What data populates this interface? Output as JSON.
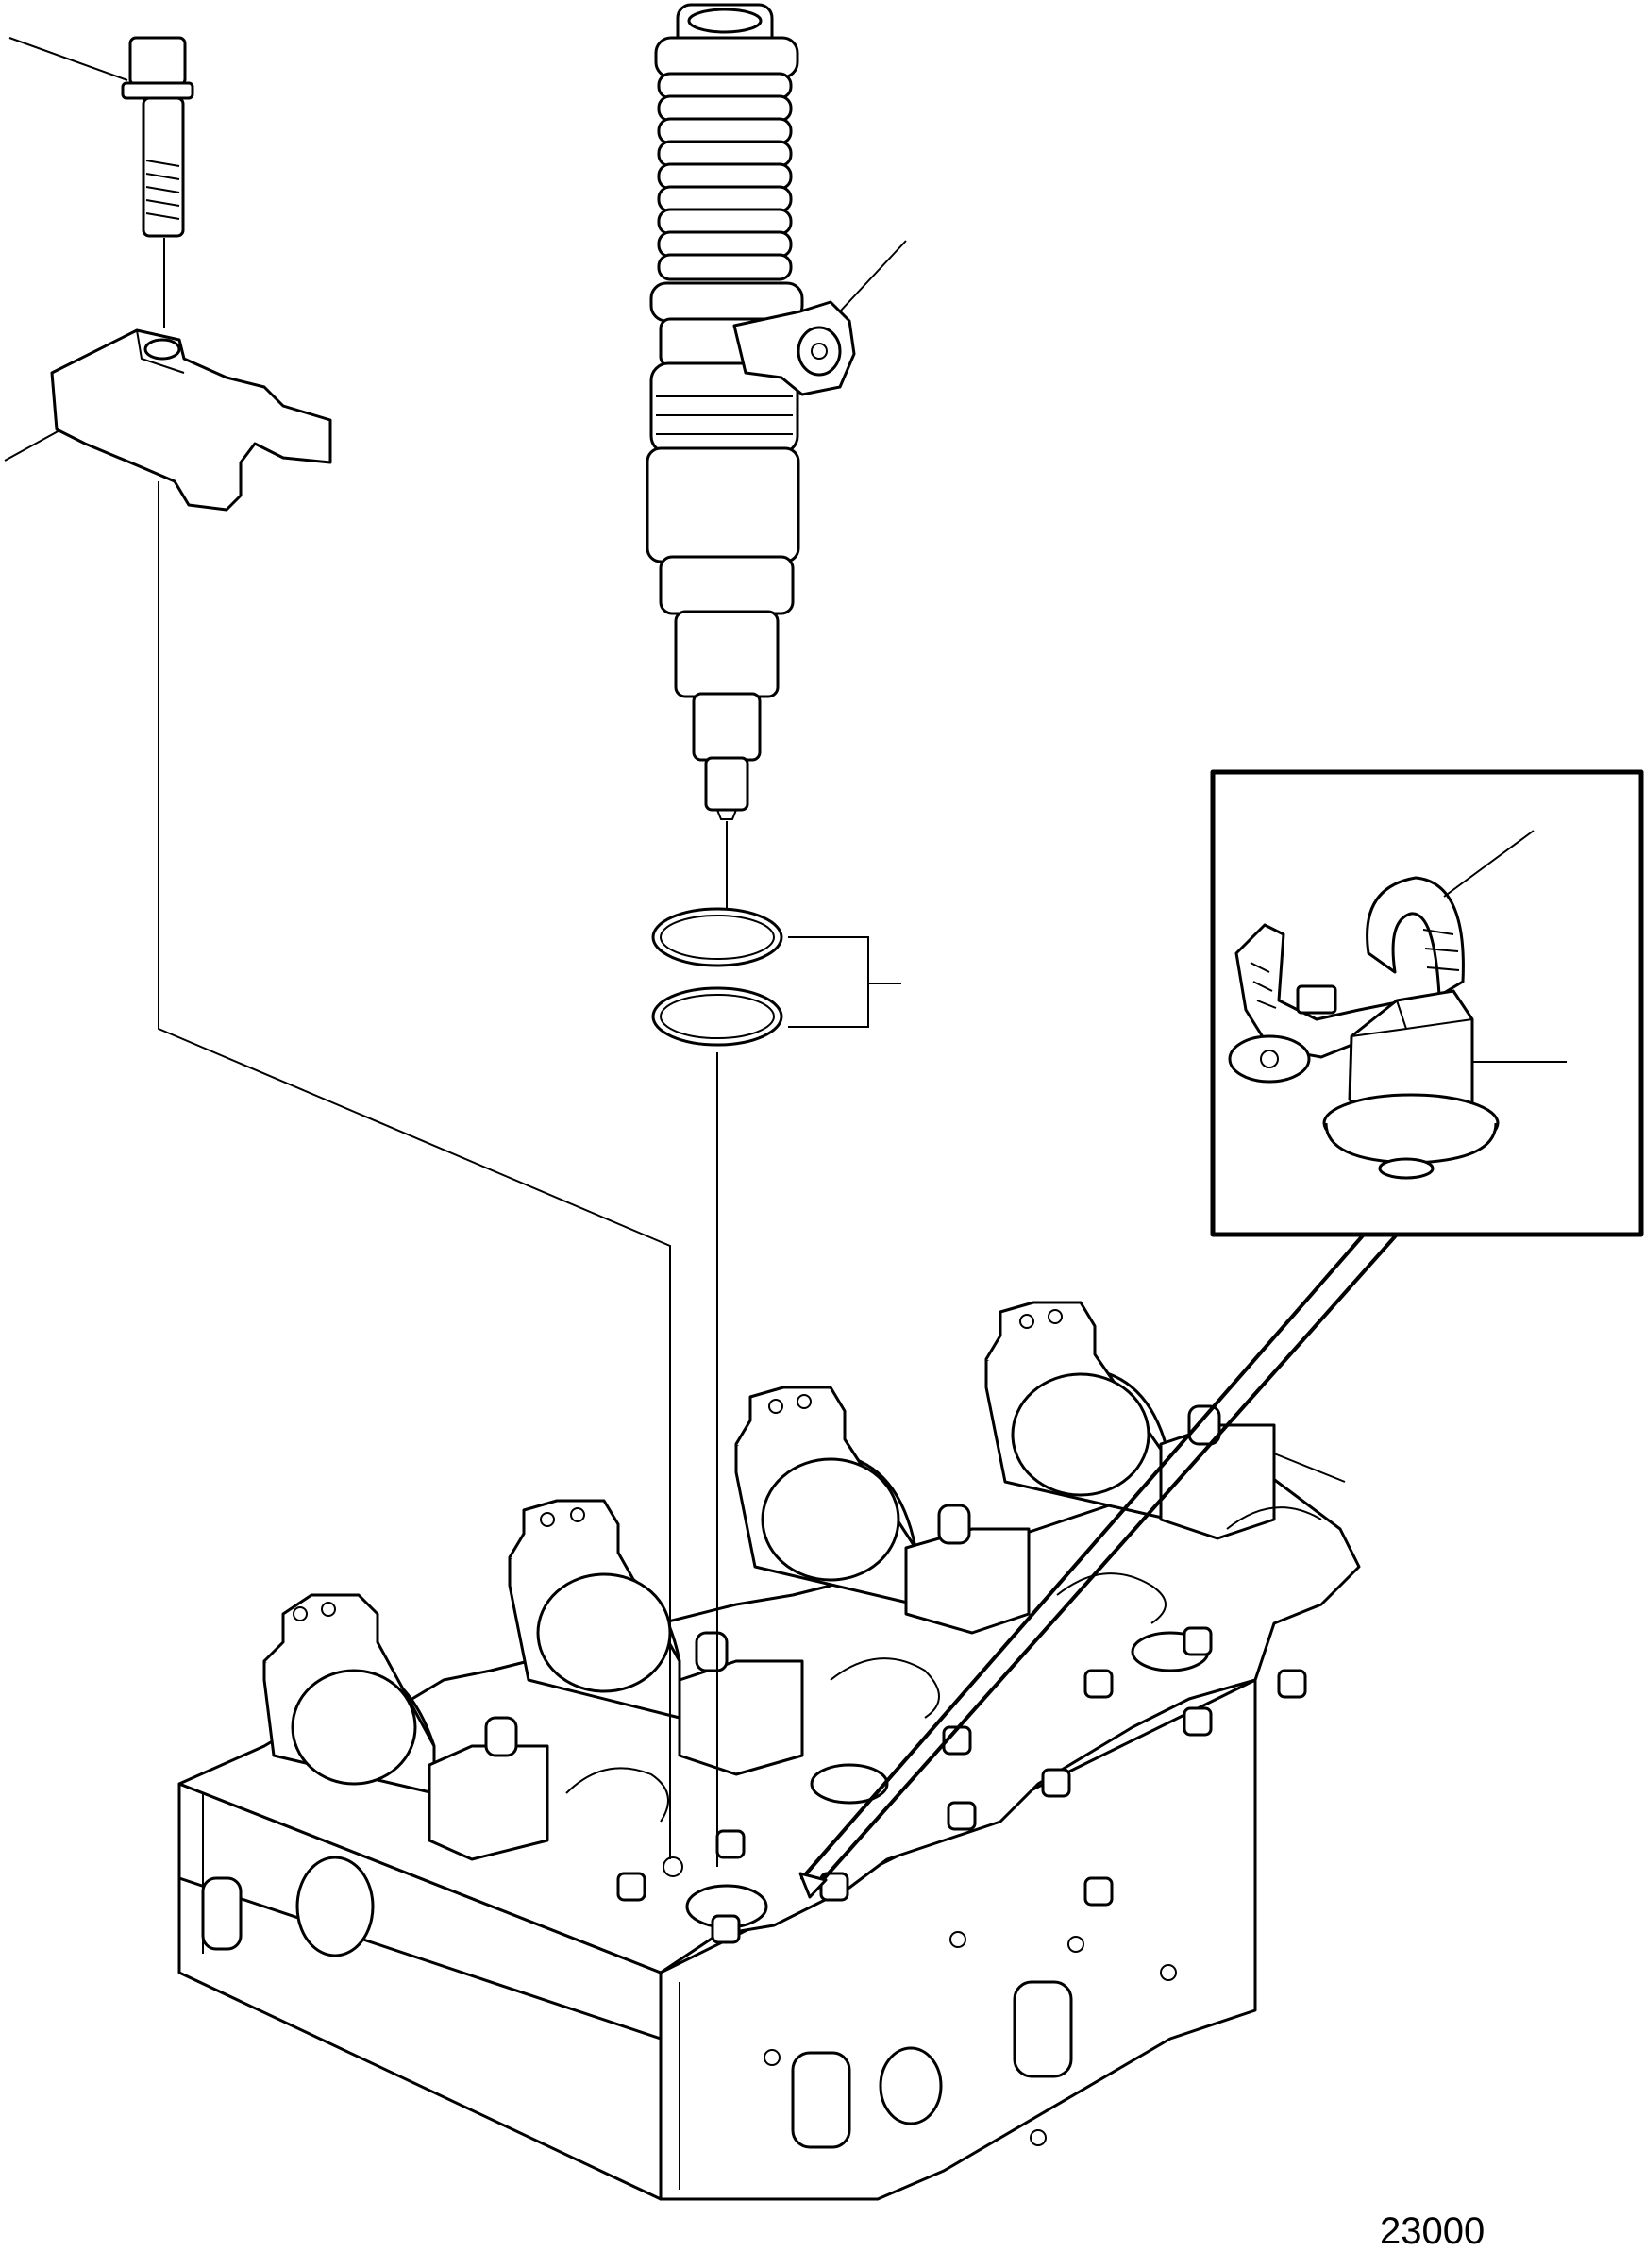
{
  "figure": {
    "number": "23000"
  },
  "colors": {
    "line": "#000000",
    "background": "#ffffff"
  },
  "parts": [
    "flange-bolt",
    "clamp",
    "unit-injector",
    "connector",
    "o-rings",
    "cable-tie",
    "nut",
    "cylinder-head"
  ]
}
